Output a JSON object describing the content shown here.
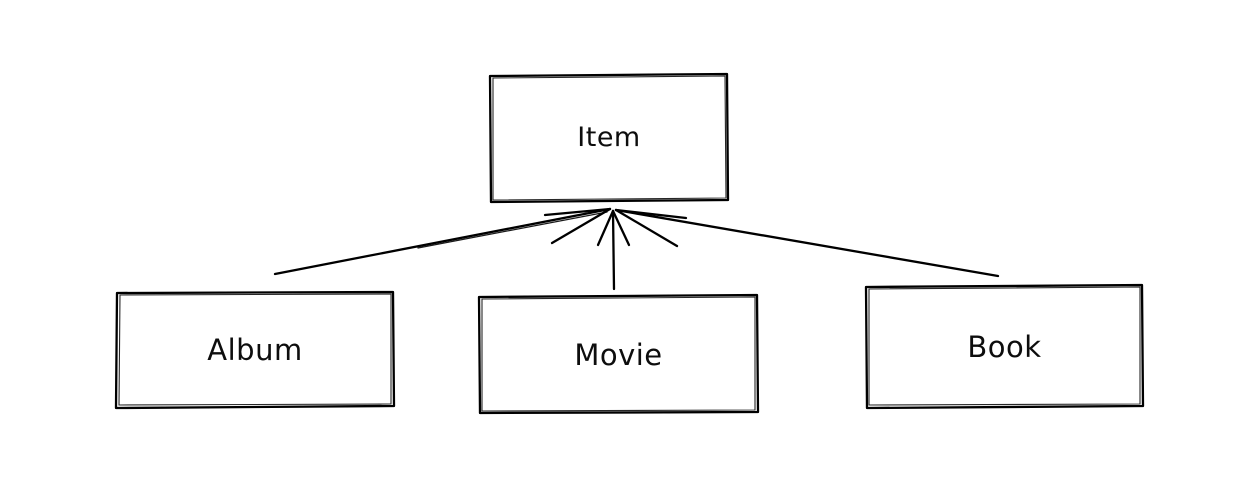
{
  "diagram": {
    "type": "hierarchy",
    "style": "hand-drawn",
    "background_color": "#ffffff",
    "stroke_color": "#000000",
    "text_color": "#0d0d0d",
    "nodes": [
      {
        "id": "item",
        "label": "Item",
        "role": "parent"
      },
      {
        "id": "album",
        "label": "Album",
        "role": "child"
      },
      {
        "id": "movie",
        "label": "Movie",
        "role": "child"
      },
      {
        "id": "book",
        "label": "Book",
        "role": "child"
      }
    ],
    "edges": [
      {
        "from": "album",
        "to": "item",
        "arrowhead": "arrow-at-item"
      },
      {
        "from": "movie",
        "to": "item",
        "arrowhead": "arrow-at-item"
      },
      {
        "from": "book",
        "to": "item",
        "arrowhead": "arrow-at-item"
      }
    ]
  }
}
